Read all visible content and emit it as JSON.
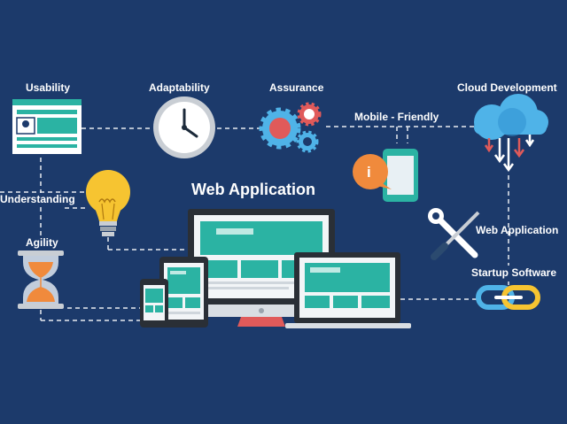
{
  "title": "Web Application",
  "nodes": {
    "usability": "Usability",
    "adaptability": "Adaptability",
    "assurance": "Assurance",
    "cloud_development": "Cloud Development",
    "mobile_friendly": "Mobile - Friendly",
    "understanding": "Understanding",
    "agility": "Agility",
    "web_application": "Web Application",
    "startup_software": "Startup Software"
  },
  "colors": {
    "background": "#1c3a6b",
    "teal": "#2bb3a3",
    "orange": "#f08a3c",
    "blue_light": "#4fb3e8",
    "red": "#e05a5a",
    "yellow": "#f6c431"
  },
  "icons": {
    "info_badge": "i"
  }
}
